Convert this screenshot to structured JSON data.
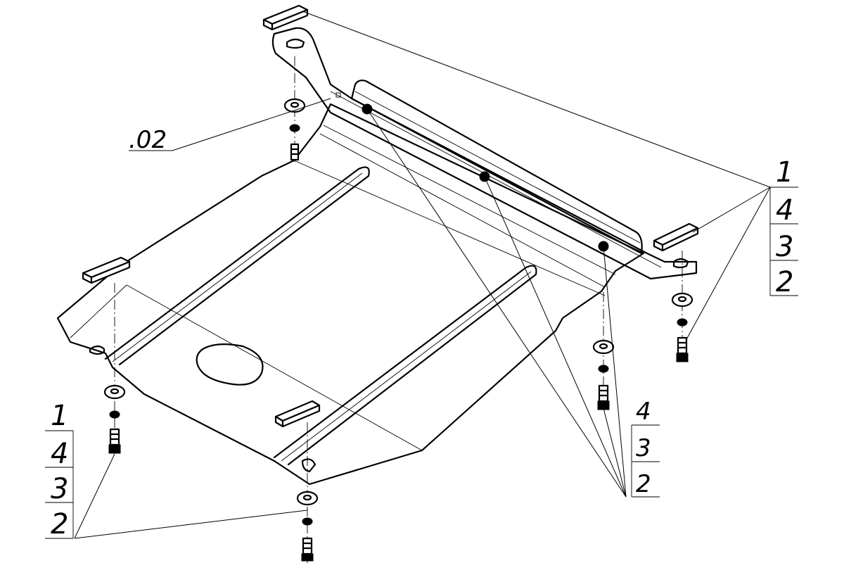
{
  "callouts": {
    "left": [
      "1",
      "4",
      "3",
      "2"
    ],
    "right": [
      "1",
      "4",
      "3",
      "2"
    ],
    "middle": [
      "4",
      "3",
      "2"
    ],
    "part": ".02"
  }
}
